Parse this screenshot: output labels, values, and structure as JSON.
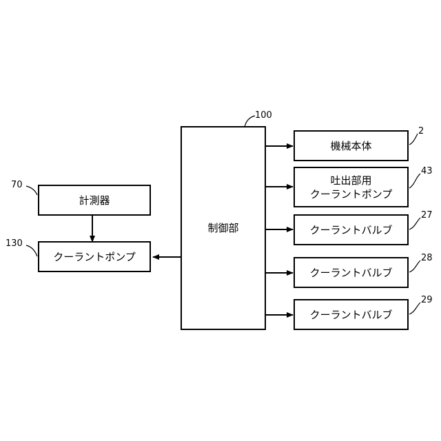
{
  "control_unit": {
    "label": "制御部",
    "ref": "100"
  },
  "meter": {
    "label": "計測器",
    "ref": "70"
  },
  "coolant_pump": {
    "label": "クーラントポンプ",
    "ref": "130"
  },
  "machine_body": {
    "label": "機械本体",
    "ref": "2"
  },
  "discharge_pump": {
    "label_line1": "吐出部用",
    "label_line2": "クーラントポンプ",
    "ref": "43"
  },
  "valves": [
    {
      "label": "クーラントバルブ",
      "ref": "27"
    },
    {
      "label": "クーラントバルブ",
      "ref": "28"
    },
    {
      "label": "クーラントバルブ",
      "ref": "29"
    }
  ]
}
